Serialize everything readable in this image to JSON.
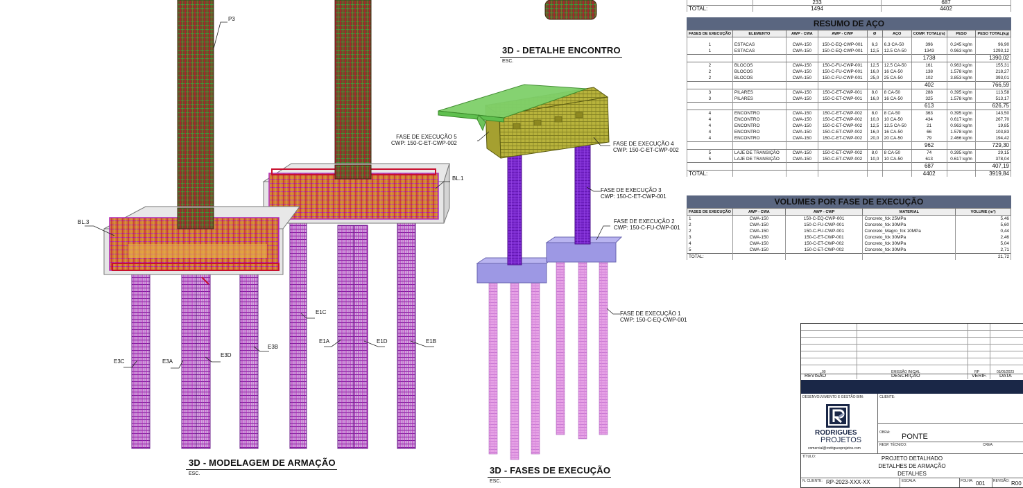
{
  "views": {
    "modelagem": {
      "title": "3D - MODELAGEM DE ARMAÇÃO",
      "scale": "ESC."
    },
    "encontro": {
      "title": "3D - DETALHE ENCONTRO",
      "scale": "ESC."
    },
    "fases": {
      "title": "3D - FASES DE EXECUÇÃO",
      "scale": "ESC."
    }
  },
  "labels": {
    "p3": "P3",
    "bl3": "BL.3",
    "bl1": "BL.1",
    "e3c": "E3C",
    "e3a": "E3A",
    "e3d": "E3D",
    "e3b": "E3B",
    "e1c": "E1C",
    "e1a": "E1A",
    "e1d": "E1D",
    "e1b": "E1B"
  },
  "phases": [
    {
      "name": "FASE DE EXECUÇÃO 5",
      "cwp": "CWP: 150-C-ET-CWP-002"
    },
    {
      "name": "FASE DE EXECUÇÃO 4",
      "cwp": "CWP: 150-C-ET-CWP-002"
    },
    {
      "name": "FASE DE EXECUÇÃO 3",
      "cwp": "CWP: 150-C-ET-CWP-001"
    },
    {
      "name": "FASE DE EXECUÇÃO 2",
      "cwp": "CWP: 150-C-FU-CWP-001"
    },
    {
      "name": "FASE DE EXECUÇÃO 1",
      "cwp": "CWP: 150-C-EQ-CWP-001"
    }
  ],
  "top_fragment": {
    "row": [
      "",
      "233",
      "687"
    ],
    "total": [
      "TOTAL:",
      "1494",
      "4402"
    ]
  },
  "resumo": {
    "title": "RESUMO DE AÇO",
    "headers": [
      "FASES DE EXECUÇÃO",
      "ELEMENTO",
      "AWP - CWA",
      "AWP - CWP",
      "Ø",
      "AÇO",
      "COMP. TOTAL(m)",
      "PESO",
      "PESO TOTAL(kg)"
    ],
    "rows": [
      {
        "type": "row",
        "cells": [
          "1",
          "ESTACAS",
          "CWA-150",
          "150-C-EQ-CWP-001",
          "6,3",
          "6.3 CA-50",
          "396",
          "0.245 kg/m",
          "96,90"
        ]
      },
      {
        "type": "row",
        "cells": [
          "1",
          "ESTACAS",
          "CWA-150",
          "150-C-EQ-CWP-001",
          "12,5",
          "12.5 CA-50",
          "1343",
          "0.963 kg/m",
          "1293,12"
        ]
      },
      {
        "type": "sub",
        "comp": "1738",
        "peso": "1390,02"
      },
      {
        "type": "row",
        "cells": [
          "2",
          "BLOCOS",
          "CWA-150",
          "150-C-FU-CWP-001",
          "12,5",
          "12.5 CA-50",
          "161",
          "0.963 kg/m",
          "155,31"
        ]
      },
      {
        "type": "row",
        "cells": [
          "2",
          "BLOCOS",
          "CWA-150",
          "150-C-FU-CWP-001",
          "16,0",
          "16 CA-50",
          "138",
          "1.578 kg/m",
          "218,27"
        ]
      },
      {
        "type": "row",
        "cells": [
          "2",
          "BLOCOS",
          "CWA-150",
          "150-C-FU-CWP-001",
          "25,0",
          "25 CA-50",
          "102",
          "3.853 kg/m",
          "393,01"
        ]
      },
      {
        "type": "sub",
        "comp": "402",
        "peso": "766,59"
      },
      {
        "type": "row",
        "cells": [
          "3",
          "PILARES",
          "CWA-150",
          "150-C-ET-CWP-001",
          "8,0",
          "8 CA-50",
          "288",
          "0.395 kg/m",
          "113,58"
        ]
      },
      {
        "type": "row",
        "cells": [
          "3",
          "PILARES",
          "CWA-150",
          "150-C-ET-CWP-001",
          "16,0",
          "16 CA-50",
          "325",
          "1.578 kg/m",
          "513,17"
        ]
      },
      {
        "type": "sub",
        "comp": "613",
        "peso": "626,75"
      },
      {
        "type": "row",
        "cells": [
          "4",
          "ENCONTRO",
          "CWA-150",
          "150-C-ET-CWP-002",
          "8,0",
          "8 CA-50",
          "363",
          "0.395 kg/m",
          "143,50"
        ]
      },
      {
        "type": "row",
        "cells": [
          "4",
          "ENCONTRO",
          "CWA-150",
          "150-C-ET-CWP-002",
          "10,0",
          "10 CA-50",
          "434",
          "0.617 kg/m",
          "267,70"
        ]
      },
      {
        "type": "row",
        "cells": [
          "4",
          "ENCONTRO",
          "CWA-150",
          "150-C-ET-CWP-002",
          "12,5",
          "12.5 CA-50",
          "21",
          "0.963 kg/m",
          "19,85"
        ]
      },
      {
        "type": "row",
        "cells": [
          "4",
          "ENCONTRO",
          "CWA-150",
          "150-C-ET-CWP-002",
          "16,0",
          "16 CA-50",
          "66",
          "1.578 kg/m",
          "103,83"
        ]
      },
      {
        "type": "row",
        "cells": [
          "4",
          "ENCONTRO",
          "CWA-150",
          "150-C-ET-CWP-002",
          "20,0",
          "20 CA-50",
          "79",
          "2.466 kg/m",
          "194,42"
        ]
      },
      {
        "type": "sub",
        "comp": "962",
        "peso": "729,30"
      },
      {
        "type": "row",
        "cells": [
          "5",
          "LAJE DE TRANSIÇÃO",
          "CWA-150",
          "150-C-ET-CWP-002",
          "8,0",
          "8 CA-50",
          "74",
          "0.395 kg/m",
          "29,15"
        ]
      },
      {
        "type": "row",
        "cells": [
          "5",
          "LAJE DE TRANSIÇÃO",
          "CWA-150",
          "150-C-ET-CWP-002",
          "10,0",
          "10 CA-50",
          "613",
          "0.617 kg/m",
          "378,04"
        ]
      },
      {
        "type": "sub",
        "comp": "687",
        "peso": "407,19"
      }
    ],
    "total": {
      "label": "TOTAL:",
      "comp": "4402",
      "peso": "3919,84"
    }
  },
  "volumes": {
    "title": "VOLUMES POR FASE DE EXECUÇÃO",
    "headers": [
      "FASES DE EXECUÇÃO",
      "AWP - CWA",
      "AWP - CWP",
      "MATERIAL",
      "VOLUME (m³)"
    ],
    "rows": [
      [
        "1",
        "CWA-150",
        "150-C-EQ-CWP-001",
        "Concreto_fck 25MPa",
        "5,46"
      ],
      [
        "2",
        "CWA-150",
        "150-C-FU-CWP-001",
        "Concreto_fck 30MPa",
        "5,60"
      ],
      [
        "2",
        "CWA-150",
        "150-C-FU-CWP-001",
        "Concreto_Magro_fck 10MPa",
        "0,44"
      ],
      [
        "3",
        "CWA-150",
        "150-C-ET-CWP-001",
        "Concreto_fck 30MPa",
        "2,46"
      ],
      [
        "4",
        "CWA-150",
        "150-C-ET-CWP-002",
        "Concreto_fck 30MPa",
        "5,04"
      ],
      [
        "5",
        "CWA-150",
        "150-C-ET-CWP-002",
        "Concreto_fck 30MPa",
        "2,71"
      ]
    ],
    "total": {
      "label": "TOTAL:",
      "value": "21,72"
    }
  },
  "titleblock": {
    "rev_row": {
      "rev": "00",
      "desc": "EMISSÃO INICIAL",
      "verif": "RP",
      "date": "03/05/2023"
    },
    "rev_headers": {
      "rev": "REVISÃO",
      "desc": "DESCRIÇÃO",
      "verif": "VERIF.",
      "date": "DATA"
    },
    "dev_label": "DESENVOLVIMENTO E GESTÃO BIM:",
    "client_label": "CLIENTE:",
    "company_1": "RODRIGUES",
    "company_2": "PROJETOS",
    "email": "comercial@rodriguesprojetos.com",
    "obra_label": "OBRA:",
    "obra": "PONTE",
    "resp_label": "RESP. TÉCNICO:",
    "crea_label": "CREA:",
    "titulo_label": "TÍTULO:",
    "titulo": [
      "PROJETO DETALHADO",
      "DETALHES DE ARMAÇÃO",
      "DETALHES"
    ],
    "ncliente_label": "N. CLIENTE:",
    "ncliente": "RP-2023-XXX-XX",
    "escala_label": "ESCALA:",
    "folha_label": "FOLHA:",
    "folha": "001",
    "revisao_label": "REVISÃO:",
    "revisao": "R00"
  },
  "colors": {
    "rebar_red": "#c8102e",
    "rebar_magenta": "#b01fb8",
    "pile_purple": "#8a2be2",
    "slab_green": "#5fbf4f",
    "cap_olive": "#b5b531",
    "table_header": "#5a6680",
    "navy": "#1a2747"
  }
}
